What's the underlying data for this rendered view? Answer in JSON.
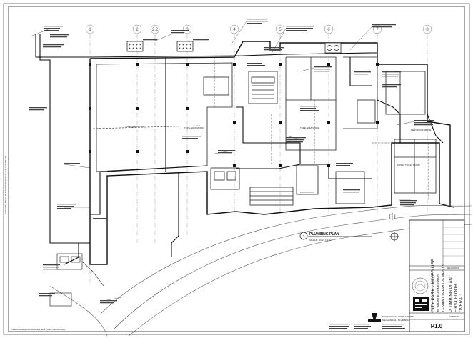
{
  "grid": {
    "columns": [
      "1",
      "2",
      "2.2",
      "3",
      "4",
      "5",
      "6",
      "7",
      "8"
    ]
  },
  "plan": {
    "title": "PLUMBING PLAN",
    "scale": "SCALE:   3/32\" = 1'-0\"",
    "callout_number": "1",
    "area_notes": [
      "TSPE AREA ROOM",
      "TSPE AREA ROOM",
      "TSPE AREA SPACE"
    ],
    "labels": [
      "RESTROOM ABOVE",
      "UNISEX TOILET ROOM"
    ]
  },
  "title_block": {
    "project_name": "CITY PARK - MIXED USE",
    "project_sub1": "JR WARD ENGINEERING",
    "project_sub2": "TENANT IMPROVEMENTS",
    "sheet_title1": "PLUMBING PLAN",
    "sheet_title2": "FIRST FLOOR",
    "sheet_title3": "OVERALL",
    "sheet_number": "P1.0",
    "revisions_label": "REVISIONS",
    "date_label": "1/28/2025",
    "firm_lines": [
      "ENGINEERING CONSULTANTS",
      "MECHANICAL | PLUMBING"
    ]
  },
  "margin_text": {
    "left_vertical": "THIS DOCUMENT IS THE PROPERTY OF THE ENGINEER",
    "bottom_path": "\\\\SERVER\\projects\\2024\\CityPark\\P1.0 PLUMBING.dwg"
  }
}
